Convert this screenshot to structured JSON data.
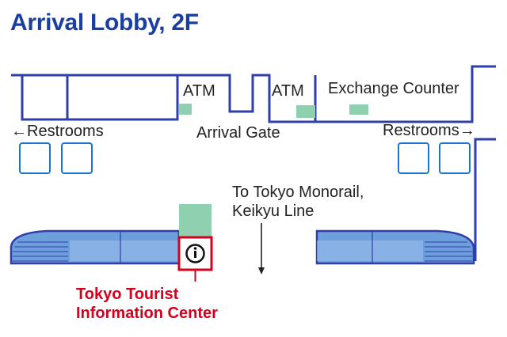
{
  "title": "Arrival Lobby, 2F",
  "labels": {
    "atm_left": "ATM",
    "atm_right": "ATM",
    "exchange": "Exchange Counter",
    "restrooms_left": "←Restrooms",
    "restrooms_right": "Restrooms→",
    "arrival_gate": "Arrival Gate",
    "monorail_line1": "To Tokyo Monorail,",
    "monorail_line2": "Keikyu Line",
    "tic_line1": "Tokyo Tourist",
    "tic_line2": "Information Center"
  },
  "colors": {
    "wall": "#2e3fa8",
    "title": "#1a3fa0",
    "counter": "#8fd0b0",
    "area_fill": "#6e9fdd",
    "area_fill_light": "#93bbea",
    "info_red": "#d4001c",
    "icon_blue": "#1a75cf",
    "icon_pink": "#e8418f",
    "icon_cyan": "#1aa9e0"
  },
  "icons": [
    "wheelchair-icon",
    "female-icon",
    "male-icon",
    "information-icon",
    "arrow-down-icon"
  ]
}
